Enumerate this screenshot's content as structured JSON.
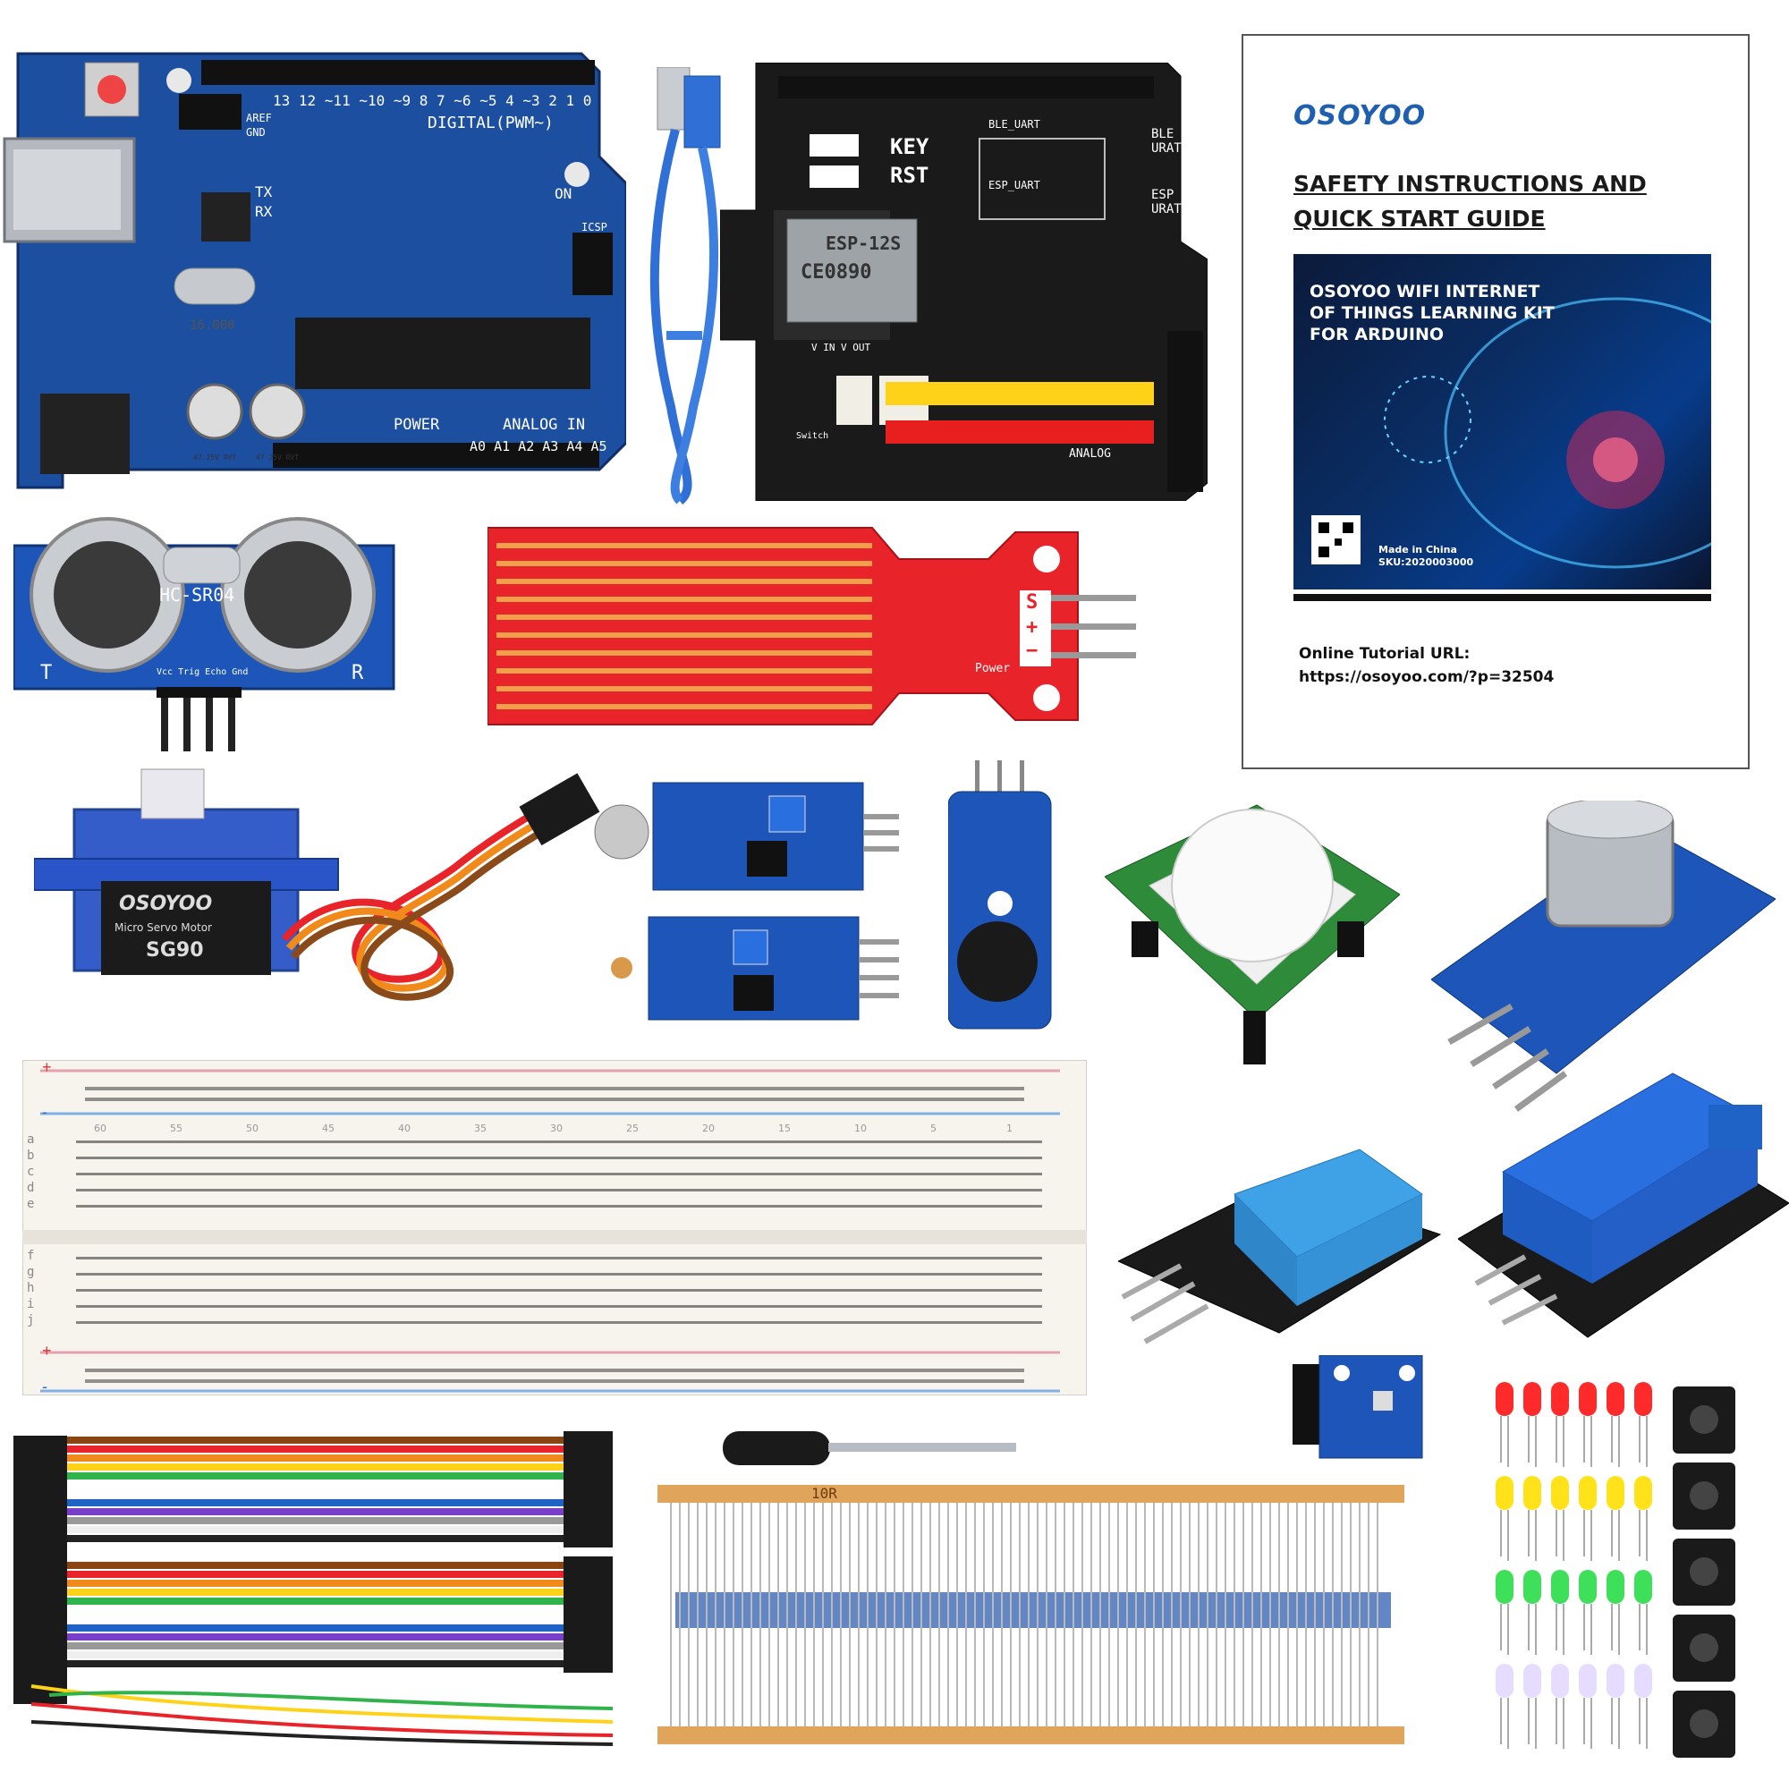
{
  "image": {
    "description_labels": {
      "arduino_board": "Arduino UNO R3",
      "wifi_shield": "ESP-12S WiFi shield",
      "ultrasonic": "HC-SR04",
      "servo": "SG90"
    }
  },
  "arduino": {
    "digital_label": "DIGITAL(PWM~)",
    "power_label": "POWER",
    "analog_label": "ANALOG IN",
    "tx": "TX",
    "rx": "RX",
    "on": "ON",
    "icsp": "ICSP",
    "aref": "AREF",
    "gnd": "GND",
    "pin_labels": "13 12 ~11 ~10 ~9 8 7 ~6 ~5 4 ~3 2 1 0",
    "analog_pins": "A0 A1 A2 A3 A4 A5",
    "crystal": "16.000",
    "cap1": "47 25V RVT",
    "cap2": "47 25V RVT"
  },
  "shield": {
    "key": "KEY",
    "rst": "RST",
    "module": "ESP-12S",
    "ce": "CE0890",
    "ble_uart": "BLE_UART",
    "esp_uart": "ESP_UART",
    "ble": "BLE URAT",
    "esp": "ESP URAT",
    "analog": "ANALOG",
    "switch": "Switch",
    "vin": "V IN",
    "vout": "V OUT"
  },
  "ultrasonic": {
    "model": "HC-SR04",
    "t": "T",
    "r": "R",
    "pins": "Vcc Trig Echo Gnd"
  },
  "water_sensor": {
    "s": "S",
    "plus": "+",
    "minus": "−",
    "power": "Power"
  },
  "servo": {
    "brand": "OSOYOO",
    "label1": "Micro Servo Motor",
    "model": "SG90"
  },
  "breadboard": {
    "plus": "+",
    "minus": "-",
    "rows_top": "a b c d e",
    "rows_bottom": "f g h i j",
    "numbers": [
      "60",
      "55",
      "50",
      "45",
      "40",
      "35",
      "30",
      "25",
      "20",
      "15",
      "10",
      "5",
      "1"
    ]
  },
  "resistors": {
    "label": "10R"
  },
  "guide": {
    "logo": "OSOYOO",
    "title_line1": "SAFETY INSTRUCTIONS AND",
    "title_line2": "QUICK START GUIDE",
    "cover_line1": "OSOYOO WIFI INTERNET",
    "cover_line2": "OF THINGS LEARNING KIT",
    "cover_line3": "FOR ARDUINO",
    "made_in": "Made in China",
    "sku": "SKU:2020003000",
    "tutorial_label": "Online Tutorial URL:",
    "tutorial_url": "https://osoyoo.com/?p=32504"
  },
  "colors": {
    "arduino_blue": "#1c4fa0",
    "shield_black": "#1a1a1a",
    "water_red": "#e8232a",
    "copper": "#d97a2a",
    "module_blue": "#1d56b8",
    "pir_green": "#2e8b3a",
    "dht_blue": "#3fa2e6",
    "relay_blue": "#1f63c7",
    "led_red": "#ff2a2a",
    "led_yellow": "#ffe21a",
    "led_green": "#3ee05a",
    "led_white": "#e6dcff",
    "guide_cover": "#0a2e66"
  }
}
